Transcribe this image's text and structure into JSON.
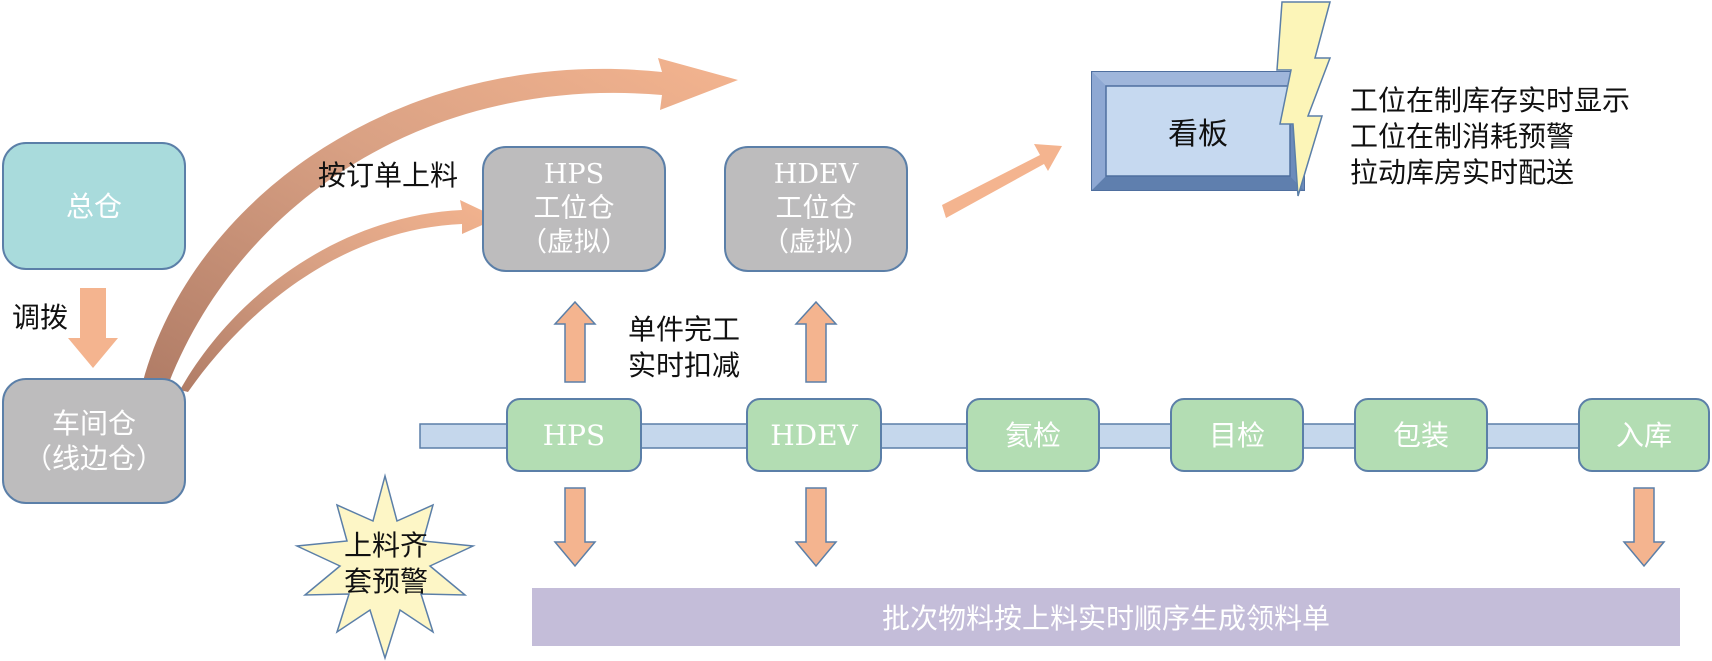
{
  "nodes": {
    "total_warehouse": "总仓",
    "workshop_warehouse": [
      "车间仓",
      "（线边仓）"
    ],
    "hps_station_warehouse": [
      "HPS",
      "工位仓",
      "（虚拟）"
    ],
    "hdev_station_warehouse": [
      "HDEV",
      "工位仓",
      "（虚拟）"
    ],
    "kanban": "看板",
    "process_steps": [
      "HPS",
      "HDEV",
      "氦检",
      "目检",
      "包装",
      "入库"
    ]
  },
  "labels": {
    "transfer": "调拨",
    "feed_by_order": "按订单上料",
    "single_completion": [
      "单件完工",
      "实时扣减"
    ],
    "kanban_functions": [
      "工位在制库存实时显示",
      "工位在制消耗预警",
      "拉动库房实时配送"
    ],
    "feeding_alert": [
      "上料齐",
      "套预警"
    ],
    "requisition_bar": "批次物料按上料实时顺序生成领料单"
  },
  "colors": {
    "teal_box": "#a9dbdc",
    "grey_box": "#bdbcbd",
    "green_box": "#b3ddb3",
    "arrow_orange": "#f4b48f",
    "curve_brown": "#c08f76",
    "process_bar": "#c5d7ec",
    "kanban_fill": "#c6d9f0",
    "purple_bar": "#c4bdd9",
    "burst_yellow": "#fdf6c6",
    "lightning_yellow": "#fcf5b8"
  }
}
